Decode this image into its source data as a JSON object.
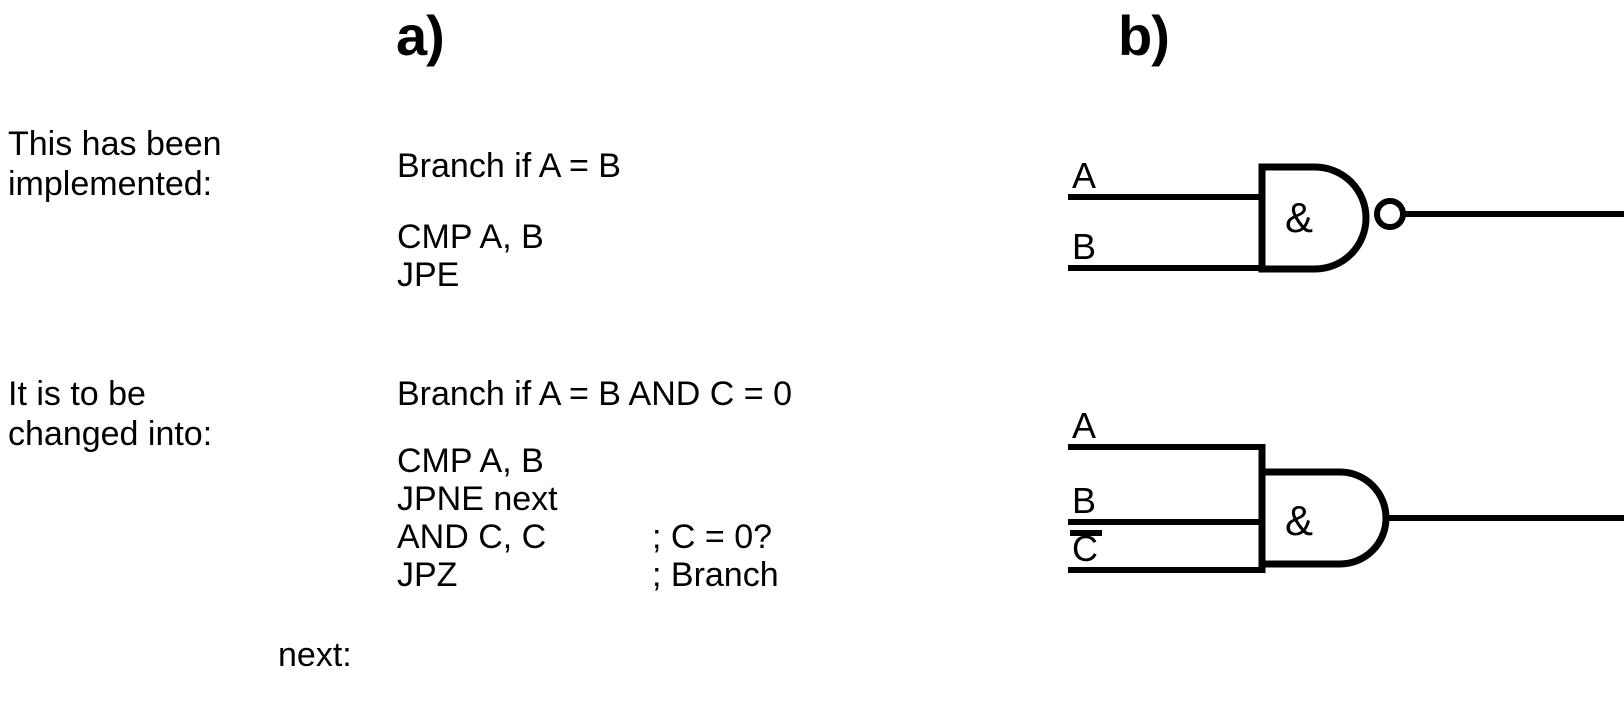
{
  "figure": {
    "panels": [
      {
        "key": "a",
        "label": "a)"
      },
      {
        "key": "b",
        "label": "b)"
      }
    ]
  },
  "left_column": {
    "caption_1": "This has been\nimplemented:",
    "caption_2": "It is to be\nchanged into:"
  },
  "code_column": {
    "block_1": {
      "heading": "Branch if A = B",
      "lines": [
        {
          "op": "CMP A, B",
          "comment": ""
        },
        {
          "op": "JPE",
          "comment": ""
        }
      ]
    },
    "block_2": {
      "heading": "Branch if A = B AND C = 0",
      "lines": [
        {
          "op": "CMP A, B",
          "comment": ""
        },
        {
          "op": "JPNE next",
          "comment": ""
        },
        {
          "op": "AND C, C",
          "comment": "; C = 0?"
        },
        {
          "op": "JPZ",
          "comment": "; Branch"
        }
      ],
      "label": "next:"
    }
  },
  "logic": {
    "gate_1": {
      "type": "nand-gate",
      "symbol": "&",
      "inputs": [
        {
          "name": "A",
          "negated": false
        },
        {
          "name": "B",
          "negated": false
        }
      ],
      "output_negated": true,
      "output_label": ""
    },
    "gate_2": {
      "type": "and-gate",
      "symbol": "&",
      "inputs": [
        {
          "name": "A",
          "negated": false
        },
        {
          "name": "B",
          "negated": false
        },
        {
          "name": "C",
          "negated": true
        }
      ],
      "output_negated": false,
      "output_label": ""
    }
  },
  "style": {
    "ink": "#000000",
    "paper": "#ffffff"
  }
}
